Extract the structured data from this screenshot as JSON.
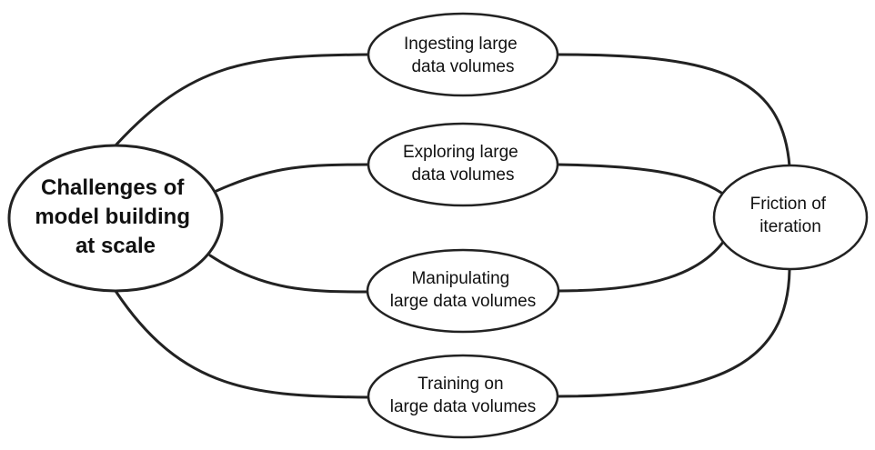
{
  "diagram": {
    "main": {
      "lines": [
        "Challenges of",
        "model building",
        "at scale"
      ]
    },
    "challenges": [
      {
        "lines": [
          "Ingesting large",
          "data volumes"
        ]
      },
      {
        "lines": [
          "Exploring large",
          "data volumes"
        ]
      },
      {
        "lines": [
          "Manipulating",
          "large data volumes"
        ]
      },
      {
        "lines": [
          "Training on",
          "large data volumes"
        ]
      }
    ],
    "result": {
      "lines": [
        "Friction of",
        "iteration"
      ]
    },
    "colors": {
      "stroke": "#222222",
      "fill": "#ffffff",
      "text": "#111111"
    }
  }
}
